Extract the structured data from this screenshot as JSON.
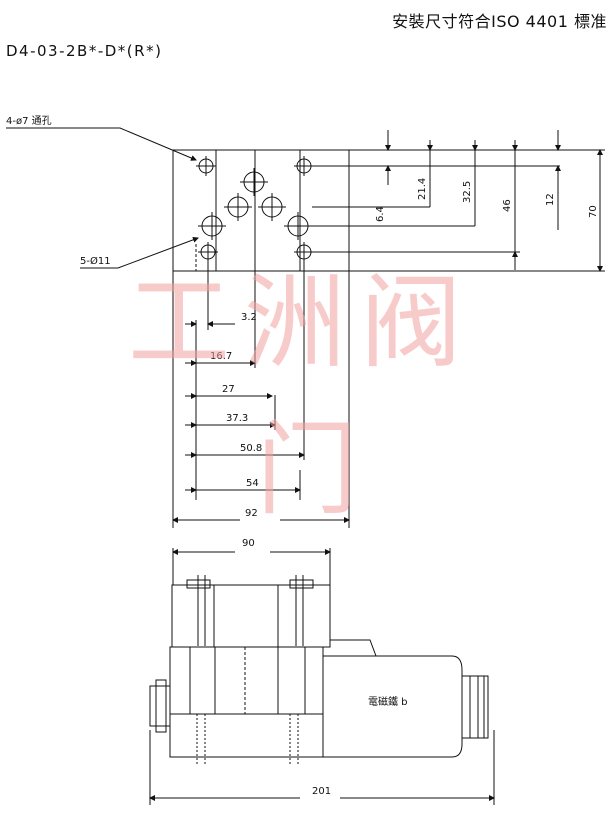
{
  "header": {
    "standard_title": "安裝尺寸符合ISO 4401 標准",
    "model_code": "D4-03-2B*-D*(R*)"
  },
  "labels": {
    "holes_4": "4-ø7 通孔",
    "holes_5": "5-Ø11",
    "solenoid": "電磁鐵 b"
  },
  "dimensions": {
    "right": [
      "6.4",
      "21.4",
      "32.5",
      "46",
      "12",
      "70"
    ],
    "bottom": [
      "3.2",
      "16.7",
      "27",
      "37.3",
      "50.8",
      "54",
      "92"
    ],
    "side_width": "90",
    "side_length": "201"
  },
  "watermark": {
    "line1": "工洲阀",
    "line2": "门",
    "color": "#f4a1a1"
  }
}
